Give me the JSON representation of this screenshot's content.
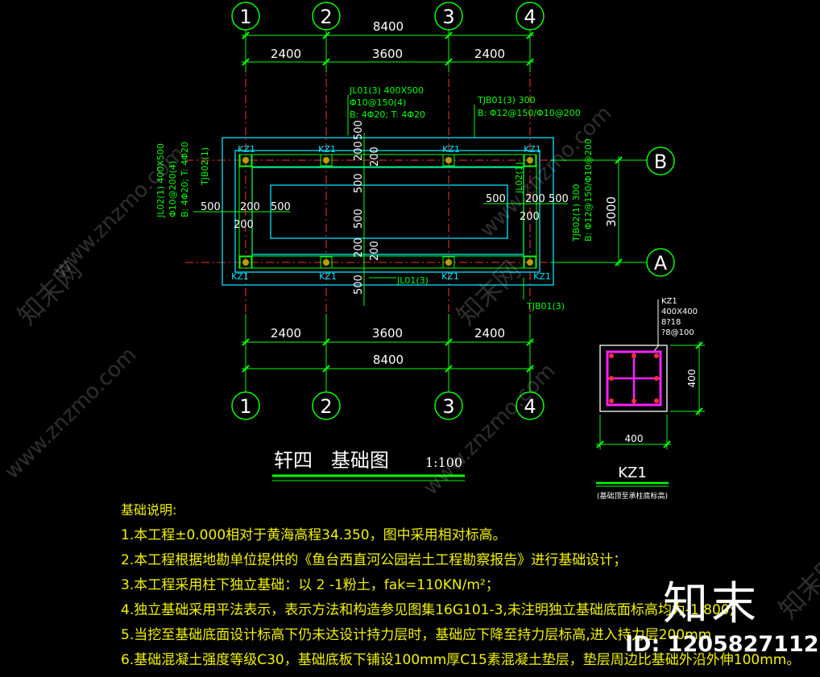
{
  "axes_top": [
    "1",
    "2",
    "3",
    "4"
  ],
  "axes_bottom": [
    "1",
    "2",
    "3",
    "4"
  ],
  "axes_right": [
    "B",
    "A"
  ],
  "dims": {
    "total": "8400",
    "span1": "2400",
    "span2": "3600",
    "span3": "2400",
    "total_bottom": "8400",
    "span1_bottom": "2400",
    "span2_bottom": "3600",
    "span3_bottom": "2400",
    "vertical": "3000",
    "d500": "500",
    "d200": "200"
  },
  "beam_labels": {
    "jl01_top_1": "JL01(3) 400X500",
    "jl01_top_2": "Φ10@150(4)",
    "jl01_top_3": "B: 4Φ20; T: 4Φ20",
    "tjb01_top_1": "TJB01(3) 300",
    "tjb01_top_2": "B: Φ12@150/Φ10@200",
    "jl02_left_1": "JL02(1) 400X500",
    "jl02_left_2": "Φ10@200(4)",
    "jl02_left_3": "B: 4Φ20; T: 4Φ20",
    "tjb02_left": "TJB02(1)",
    "jl02_right": "JL02(1)",
    "tjb02_right_1": "TJB02(1) 300",
    "tjb02_right_2": "B: Φ12@150/Φ10@200",
    "jl01_bottom": "JL01(3)",
    "tjb01_bottom": "TJB01(3)"
  },
  "columns": [
    "KZ1",
    "KZ1",
    "KZ1",
    "KZ1",
    "KZ1",
    "KZ1",
    "KZ1",
    "KZ1"
  ],
  "kz1_detail": {
    "name": "KZ1",
    "size": "400X400",
    "rebar": "8?18",
    "stirrup": "?8@100",
    "width": "400",
    "height": "400",
    "title": "KZ1",
    "subtitle": "(基础顶至承柱底标高)"
  },
  "title": {
    "main": "轩四   基础图",
    "scale": "1:100"
  },
  "notes": {
    "heading": "基础说明:",
    "items": [
      "1.本工程±0.000相对于黄海高程34.350，图中采用相对标高。",
      "2.本工程根据地勘单位提供的《鱼台西直河公园岩土工程勘察报告》进行基础设计；",
      "3.本工程采用柱下独立基础：以 2 -1粉土，fak=110KN/m²；",
      "4.独立基础采用平法表示，表示方法和构造参见图集16G101-3,未注明独立基础底面标高均为-1.800;",
      "5.当挖至基础底面设计标高下仍未达设计持力层时，基础应下降至持力层标高,进入持力层200mm",
      "6.基础混凝土强度等级C30，基础底板下铺设100mm厚C15素混凝土垫层，垫层周边比基础外沿外伸100mm。"
    ]
  },
  "watermark": {
    "logo": "知末",
    "id": "ID: 1205827112",
    "site": "www.znzmo.com",
    "brand": "知末网"
  },
  "colors": {
    "bg": "#000000",
    "grid": "#00ff00",
    "cyan": "#00e5ff",
    "red_axis": "#ff3030",
    "yellow": "#f2f200",
    "white": "#ffffff",
    "magenta": "#ff20ff"
  }
}
